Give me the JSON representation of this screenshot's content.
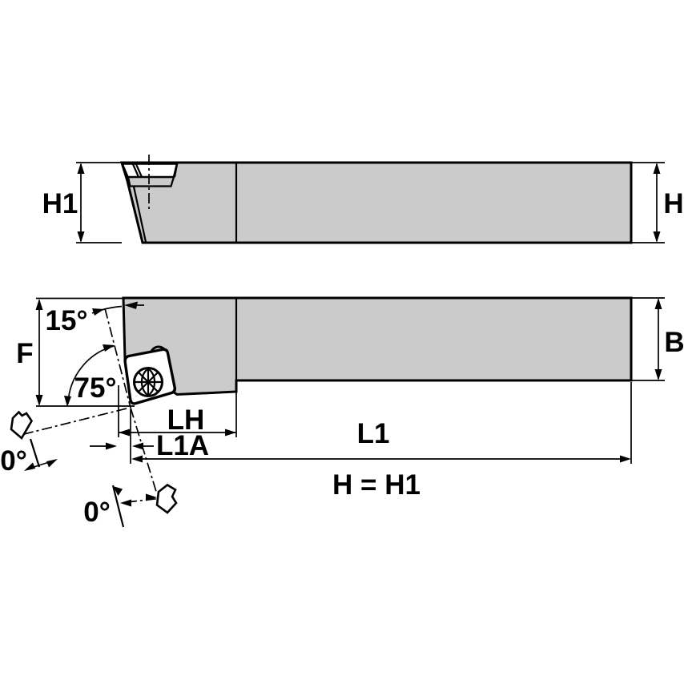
{
  "drawing": {
    "type": "engineering-drawing",
    "colors": {
      "body_fill": "#cbcbcb",
      "line": "#000000",
      "background": "#ffffff"
    },
    "labels": {
      "h1": "H1",
      "h": "H",
      "f": "F",
      "b": "B",
      "angle_15": "15°",
      "angle_75": "75°",
      "angle_0_left": "0°",
      "angle_0_bottom": "0°",
      "lh": "LH",
      "l1a": "L1A",
      "l1": "L1",
      "h_equals_h1": "H = H1"
    }
  }
}
